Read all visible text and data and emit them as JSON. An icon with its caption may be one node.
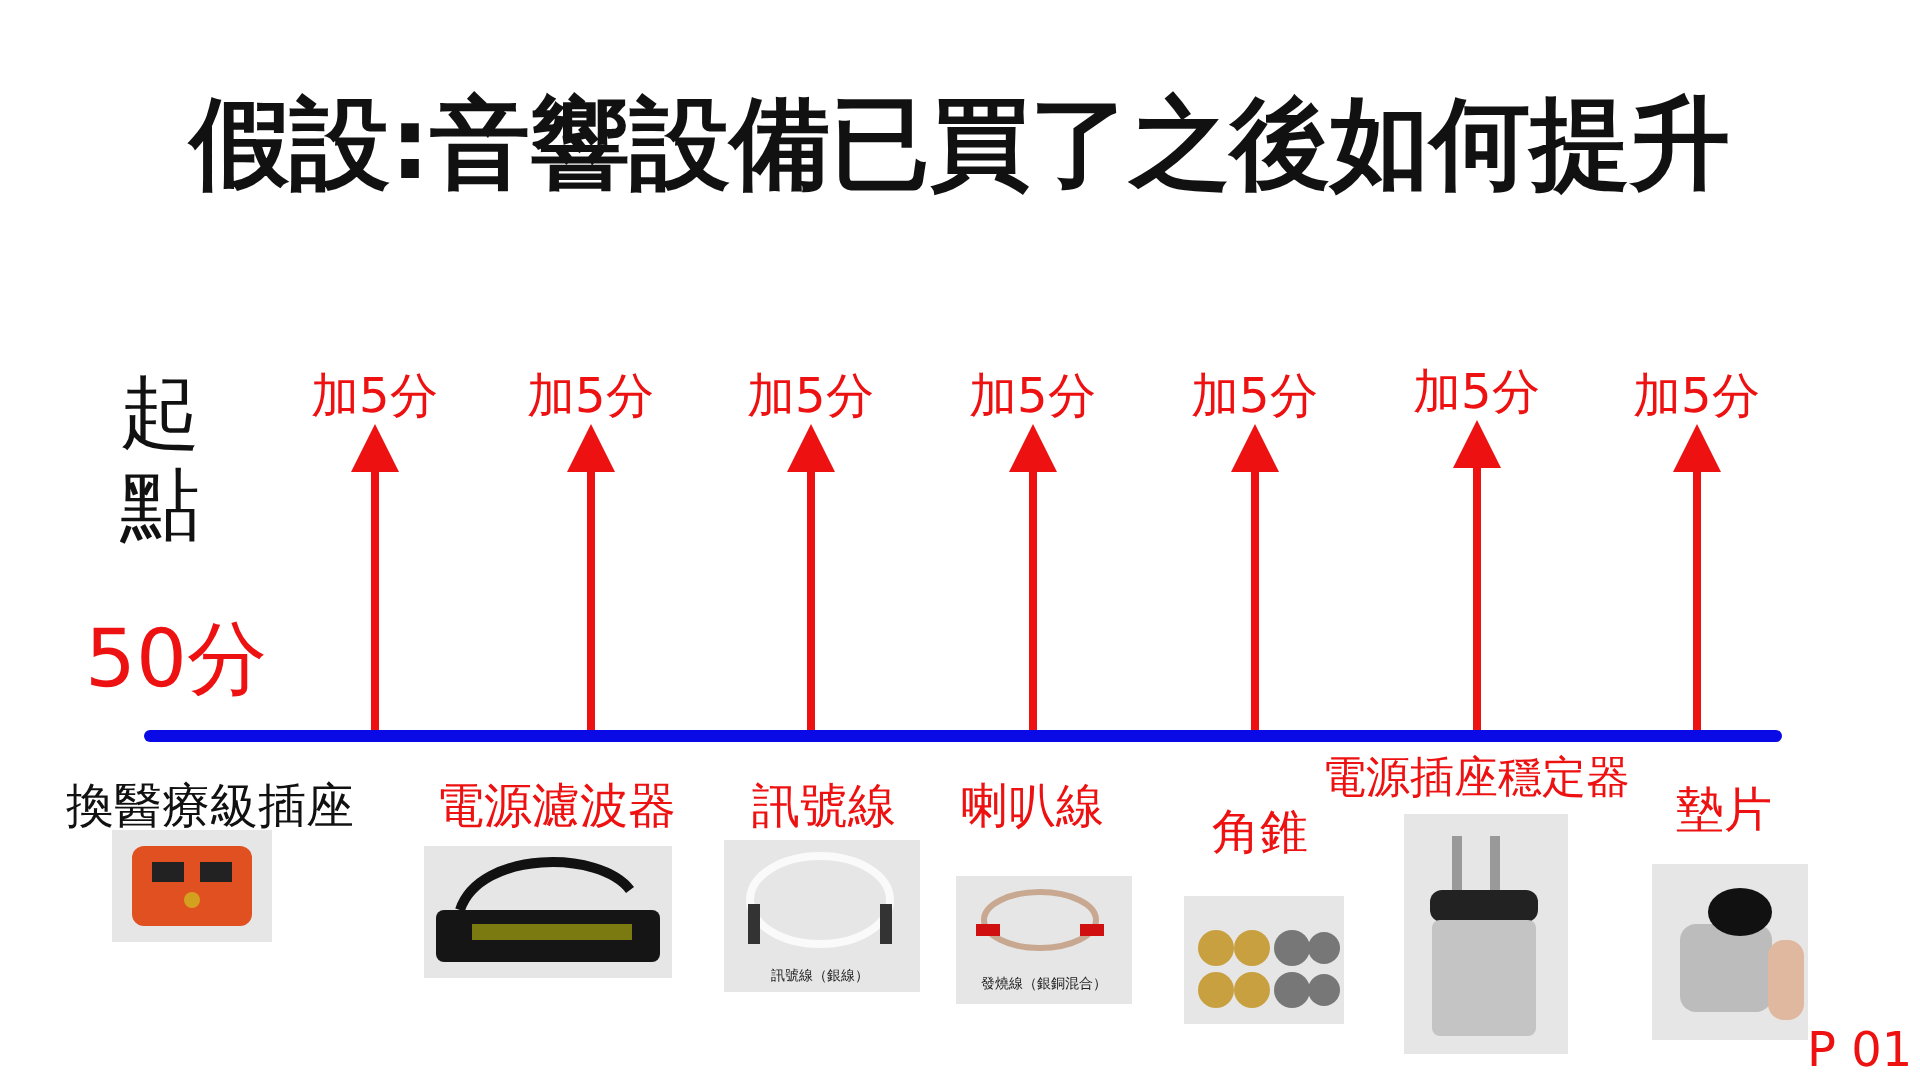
{
  "diagram": {
    "title": "假設:音響設備已買了之後如何提升",
    "nodes": [
      {
        "text": [
          "加5分"
        ]
      },
      {
        "text": [
          "加5分"
        ]
      },
      {
        "text": [
          "加5分"
        ]
      },
      {
        "text": [
          "加5分"
        ]
      },
      {
        "text": [
          "加5分"
        ]
      },
      {
        "text": [
          "加5分"
        ]
      },
      {
        "text": [
          "加5分"
        ]
      }
    ],
    "edges": [
      {
        "from": null,
        "to": 0,
        "arrow": "to"
      },
      {
        "from": null,
        "to": 1,
        "arrow": "to"
      },
      {
        "from": null,
        "to": 2,
        "arrow": "to"
      },
      {
        "from": null,
        "to": 3,
        "arrow": "to"
      },
      {
        "from": null,
        "to": 4,
        "arrow": "to"
      },
      {
        "from": null,
        "to": 5,
        "arrow": "to"
      },
      {
        "from": null,
        "to": 6,
        "arrow": "to"
      }
    ],
    "labels": [
      "起點",
      "50分",
      "換醫療級插座",
      "電源濾波器",
      "訊號線",
      "喇叭線",
      "角錐",
      "電源插座穩定器",
      "墊片",
      "訊號線（銀線）",
      "發燒線（銀銅混合）",
      "P 01"
    ]
  }
}
